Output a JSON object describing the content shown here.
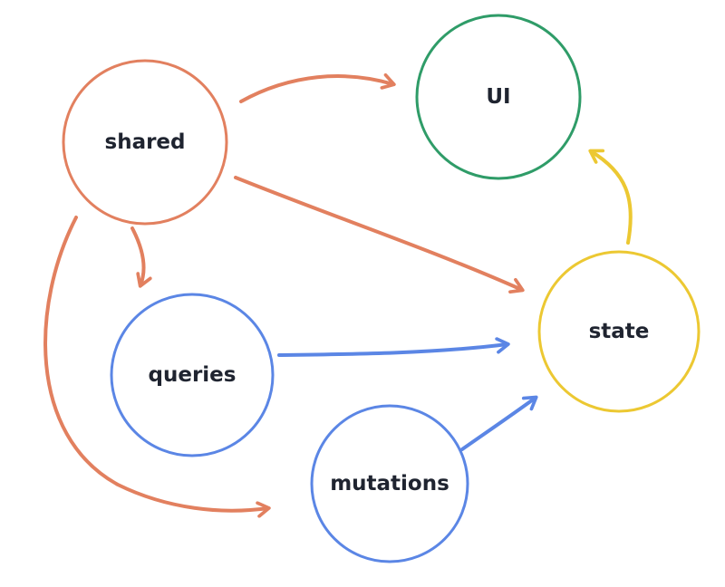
{
  "diagram": {
    "title": "data-flow-diagram",
    "background": "#ffffff",
    "colors": {
      "coral": "#e2805f",
      "blue": "#5b86e5",
      "green": "#2f9c68",
      "yellow": "#ecc832",
      "text": "#1f2430"
    },
    "nodes": [
      {
        "id": "shared",
        "label": "shared",
        "color": "#e2805f"
      },
      {
        "id": "ui",
        "label": "UI",
        "color": "#2f9c68"
      },
      {
        "id": "queries",
        "label": "queries",
        "color": "#5b86e5"
      },
      {
        "id": "mutations",
        "label": "mutations",
        "color": "#5b86e5"
      },
      {
        "id": "state",
        "label": "state",
        "color": "#ecc832"
      }
    ],
    "edges": [
      {
        "from": "shared",
        "to": "ui",
        "color": "#e2805f"
      },
      {
        "from": "shared",
        "to": "queries",
        "color": "#e2805f"
      },
      {
        "from": "shared",
        "to": "state",
        "color": "#e2805f"
      },
      {
        "from": "shared",
        "to": "mutations",
        "color": "#e2805f"
      },
      {
        "from": "queries",
        "to": "state",
        "color": "#5b86e5"
      },
      {
        "from": "mutations",
        "to": "state",
        "color": "#5b86e5"
      },
      {
        "from": "state",
        "to": "ui",
        "color": "#ecc832"
      }
    ]
  }
}
